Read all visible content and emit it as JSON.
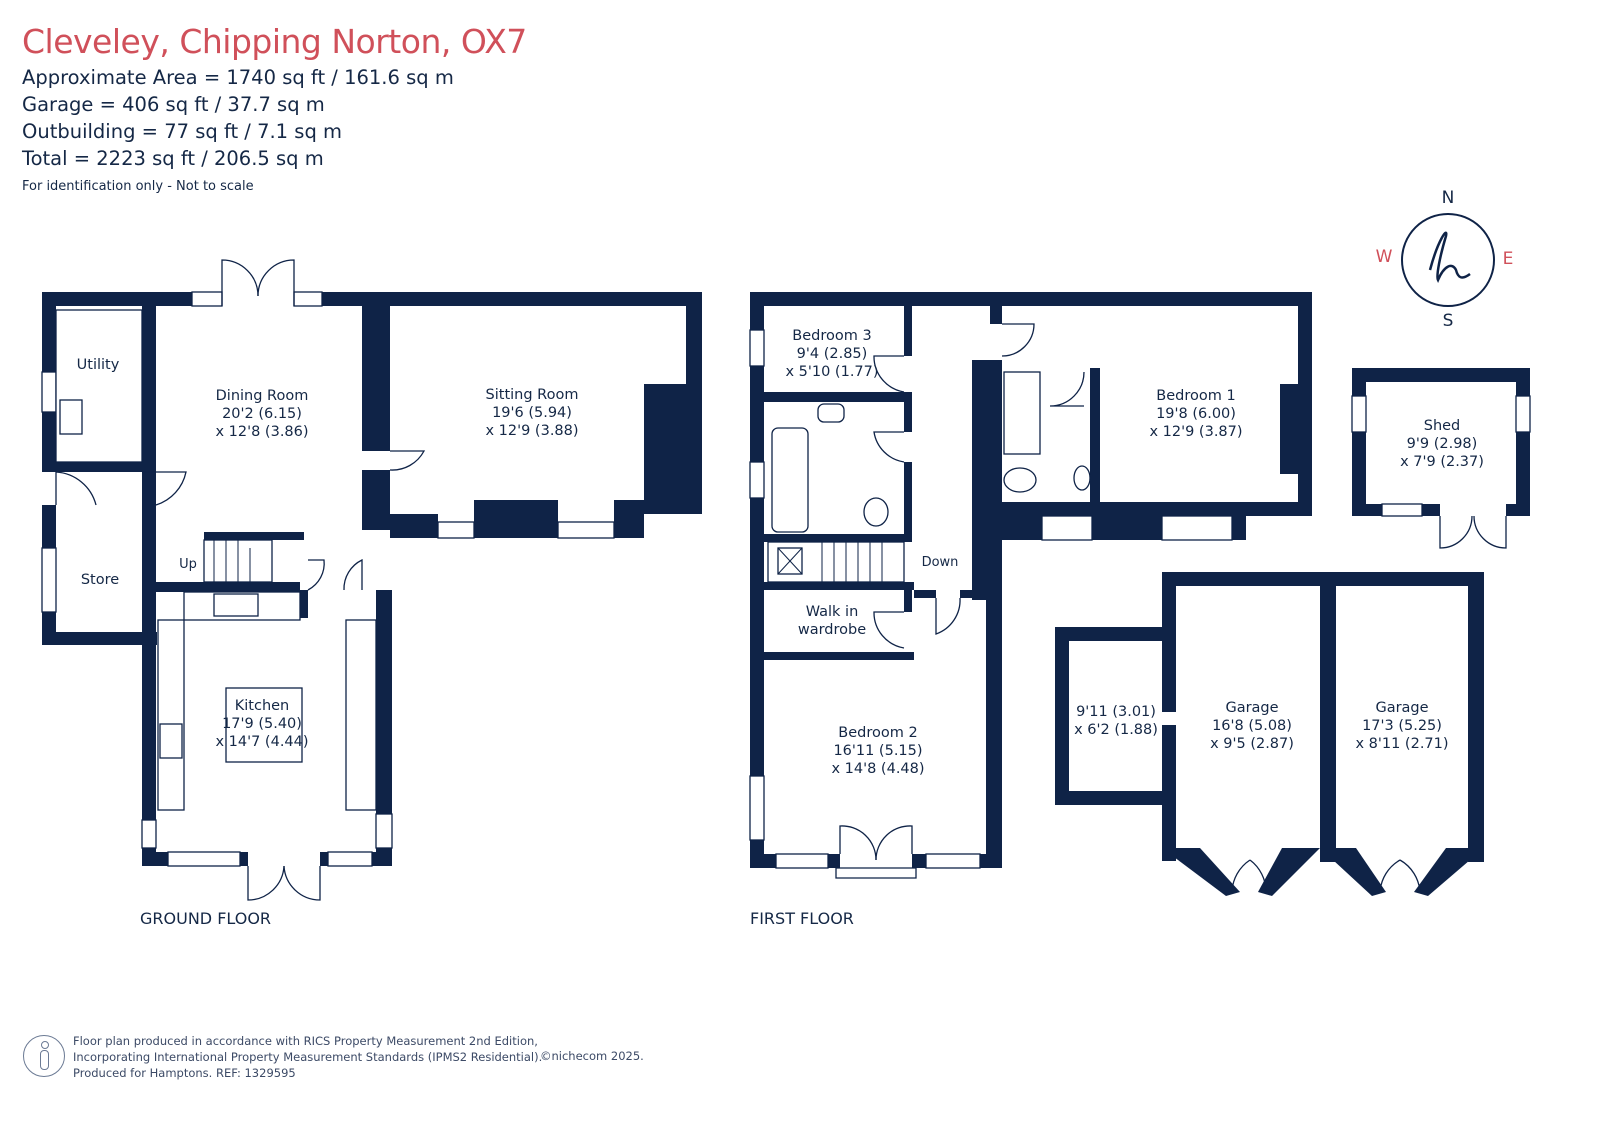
{
  "header": {
    "title": "Cleveley, Chipping Norton, OX7",
    "areas": [
      "Approximate Area = 1740 sq ft / 161.6 sq m",
      "Garage = 406 sq ft / 37.7 sq m",
      "Outbuilding = 77 sq ft / 7.1 sq m",
      "Total = 2223 sq ft / 206.5 sq m"
    ],
    "note": "For identification only - Not to scale"
  },
  "compass": {
    "n": "N",
    "s": "S",
    "e": "E",
    "w": "W"
  },
  "floors": {
    "ground": "GROUND FLOOR",
    "first": "FIRST FLOOR"
  },
  "rooms": {
    "utility": [
      "Utility"
    ],
    "store": [
      "Store"
    ],
    "dining": [
      "Dining Room",
      "20'2 (6.15)",
      "x 12'8 (3.86)"
    ],
    "sitting": [
      "Sitting Room",
      "19'6 (5.94)",
      "x 12'9 (3.88)"
    ],
    "kitchen": [
      "Kitchen",
      "17'9 (5.40)",
      "x 14'7 (4.44)"
    ],
    "bedroom3": [
      "Bedroom 3",
      "9'4 (2.85)",
      "x 5'10 (1.77)"
    ],
    "bedroom1": [
      "Bedroom 1",
      "19'8 (6.00)",
      "x 12'9 (3.87)"
    ],
    "walkin": [
      "Walk in",
      "wardrobe"
    ],
    "bedroom2": [
      "Bedroom 2",
      "16'11 (5.15)",
      "x 14'8 (4.48)"
    ],
    "shed": [
      "Shed",
      "9'9 (2.98)",
      "x 7'9 (2.37)"
    ],
    "garage_store": [
      "9'11 (3.01)",
      "x 6'2 (1.88)"
    ],
    "garage1": [
      "Garage",
      "16'8 (5.08)",
      "x 9'5 (2.87)"
    ],
    "garage2": [
      "Garage",
      "17'3 (5.25)",
      "x 8'11 (2.71)"
    ]
  },
  "stairs": {
    "up": "Up",
    "down": "Down"
  },
  "footer": {
    "lines": [
      "Floor plan produced in accordance with RICS Property Measurement 2nd Edition,",
      "Incorporating International Property Measurement Standards (IPMS2 Residential).",
      "Produced for Hamptons.   REF:  1329595"
    ],
    "copyright": "©nichecom 2025."
  },
  "colors": {
    "wall": "#0f2347",
    "accent": "#d0505a"
  }
}
